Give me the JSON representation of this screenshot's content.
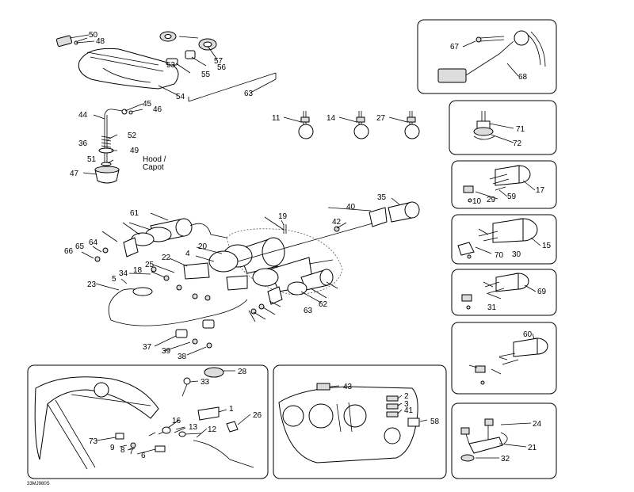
{
  "diagram": {
    "hood_label_line1": "Hood /",
    "hood_label_line2": "Capot",
    "corner_code": "33MJ980S",
    "callouts": [
      "50",
      "48",
      "57",
      "56",
      "55",
      "54",
      "53",
      "63",
      "45",
      "46",
      "44",
      "52",
      "36",
      "49",
      "51",
      "47",
      "11",
      "14",
      "27",
      "67",
      "68",
      "71",
      "72",
      "17",
      "29",
      "10",
      "59",
      "15",
      "70",
      "30",
      "69",
      "31",
      "60",
      "61",
      "63",
      "64",
      "65",
      "66",
      "40",
      "42",
      "35",
      "19",
      "20",
      "4",
      "22",
      "25",
      "18",
      "34",
      "5",
      "23",
      "37",
      "39",
      "38",
      "62",
      "43",
      "2",
      "3",
      "41",
      "58",
      "28",
      "33",
      "1",
      "26",
      "16",
      "13",
      "12",
      "73",
      "9",
      "8",
      "7",
      "6",
      "24",
      "21",
      "32"
    ]
  }
}
